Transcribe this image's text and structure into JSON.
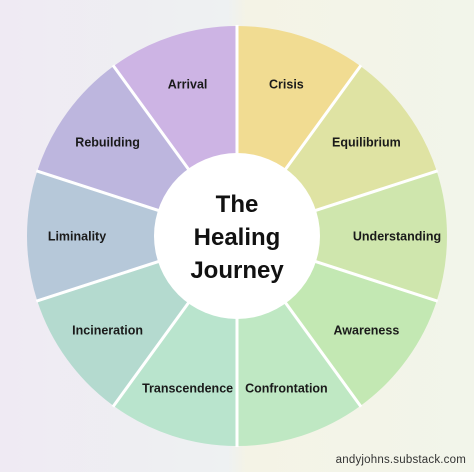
{
  "diagram": {
    "center_lines": [
      "The",
      "Healing",
      "Journey"
    ],
    "segments": [
      {
        "label": "Crisis",
        "color": "#f1dc92"
      },
      {
        "label": "Equilibrium",
        "color": "#dfe3a3"
      },
      {
        "label": "Understanding",
        "color": "#cfe6ad"
      },
      {
        "label": "Awareness",
        "color": "#c3e8b3"
      },
      {
        "label": "Confrontation",
        "color": "#bfe8c3"
      },
      {
        "label": "Transcendence",
        "color": "#b9e4cd"
      },
      {
        "label": "Incineration",
        "color": "#b4dacf"
      },
      {
        "label": "Liminality",
        "color": "#b6c8d9"
      },
      {
        "label": "Rebuilding",
        "color": "#bdb6de"
      },
      {
        "label": "Arrival",
        "color": "#cdb4e4"
      }
    ],
    "divider_color": "#ffffff",
    "center_fill": "#ffffff"
  },
  "credit": "andyjohns.substack.com"
}
